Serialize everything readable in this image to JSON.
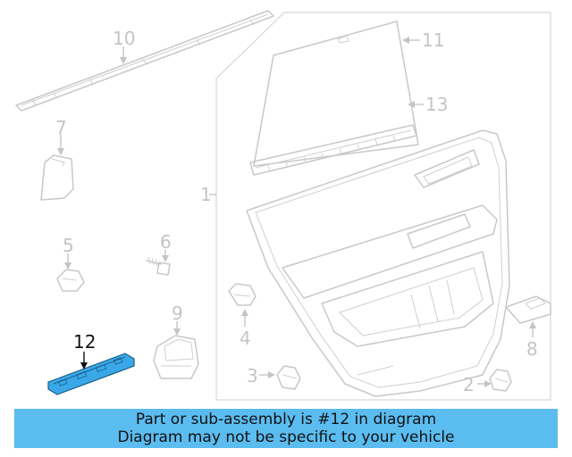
{
  "callouts": {
    "c1": "1",
    "c2": "2",
    "c3": "3",
    "c4": "4",
    "c5": "5",
    "c6": "6",
    "c7": "7",
    "c8": "8",
    "c9": "9",
    "c10": "10",
    "c11": "11",
    "c12": "12",
    "c13": "13"
  },
  "highlighted_part": "12",
  "colors": {
    "highlight": "#3aa8e8",
    "banner": "#5bbcf0",
    "line_art": "#c8c8c8"
  },
  "banner": {
    "line1": "Part or sub-assembly is #12 in diagram",
    "line2": "Diagram may not be specific to your vehicle"
  }
}
